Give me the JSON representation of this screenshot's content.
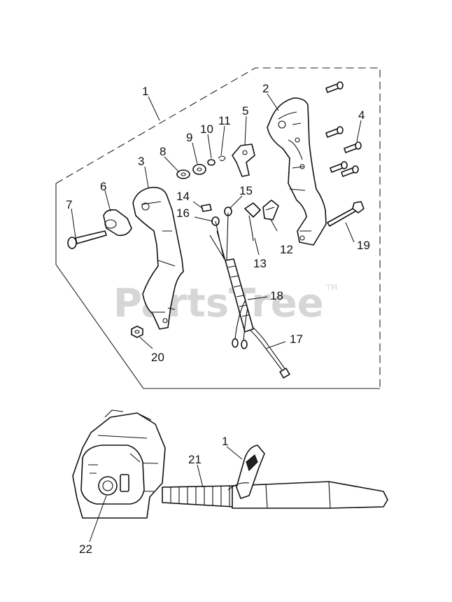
{
  "watermark": {
    "text": "PartsTree",
    "tm": "TM"
  },
  "callouts": [
    {
      "id": "c1",
      "label": "1"
    },
    {
      "id": "c2",
      "label": "2"
    },
    {
      "id": "c3",
      "label": "3"
    },
    {
      "id": "c4",
      "label": "4"
    },
    {
      "id": "c5",
      "label": "5"
    },
    {
      "id": "c6",
      "label": "6"
    },
    {
      "id": "c7",
      "label": "7"
    },
    {
      "id": "c8",
      "label": "8"
    },
    {
      "id": "c9",
      "label": "9"
    },
    {
      "id": "c10",
      "label": "10"
    },
    {
      "id": "c11",
      "label": "11"
    },
    {
      "id": "c12",
      "label": "12"
    },
    {
      "id": "c13",
      "label": "13"
    },
    {
      "id": "c14",
      "label": "14"
    },
    {
      "id": "c15",
      "label": "15"
    },
    {
      "id": "c16",
      "label": "16"
    },
    {
      "id": "c17",
      "label": "17"
    },
    {
      "id": "c18",
      "label": "18"
    },
    {
      "id": "c19",
      "label": "19"
    },
    {
      "id": "c20",
      "label": "20"
    },
    {
      "id": "c1b",
      "label": "1"
    },
    {
      "id": "c21",
      "label": "21"
    },
    {
      "id": "c22",
      "label": "22"
    }
  ]
}
